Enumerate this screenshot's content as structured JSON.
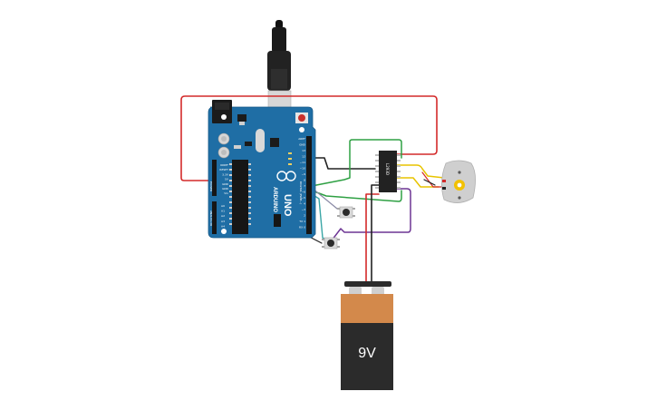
{
  "arduino": {
    "brand_text": "ARDUINO",
    "model_text": "UNO",
    "header_labels_top": [
      "AREF",
      "GND",
      "13",
      "12",
      "~11",
      "~10",
      "~9",
      "8",
      "7",
      "~6",
      "~5",
      "4",
      "~3",
      "2",
      "TX 1",
      "RX 0"
    ],
    "header_labels_power": [
      "IOREF",
      "RESET",
      "3.3V",
      "5V",
      "GND",
      "GND",
      "Vin"
    ],
    "header_labels_analog": [
      "A0",
      "A1",
      "A2",
      "A3",
      "A4",
      "A5"
    ],
    "section_digital": "DIGITAL (PWM~)",
    "section_analog": "ANALOG IN",
    "section_power": "POWER"
  },
  "driver_chip": {
    "label": "L293D"
  },
  "battery": {
    "label": "9V"
  },
  "colors": {
    "board": "#1f6ea5",
    "wire_red": "#d42a2a",
    "wire_black": "#222222",
    "wire_green": "#2ea043",
    "wire_yellow": "#e8c400",
    "wire_purple": "#6d3594",
    "wire_teal": "#3aa6a6",
    "battery_top": "#d3894b",
    "battery_body": "#2b2b2b"
  }
}
